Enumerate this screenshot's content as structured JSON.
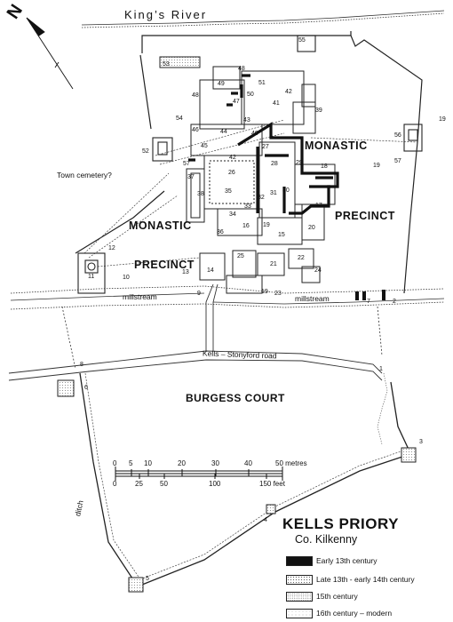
{
  "title": "KELLS PRIORY",
  "subtitle": "Co. Kilkenny",
  "north_label": "N",
  "river_label": "King’s  River",
  "zones": {
    "monastic_upper": "MONASTIC",
    "precinct_upper": "PRECINCT",
    "monastic_lower": "MONASTIC",
    "precinct_lower": "PRECINCT",
    "burgess_court": "BURGESS COURT"
  },
  "place_labels": {
    "town_cemetery": "Town cemetery?",
    "millstream_left": "millstream",
    "millstream_right": "millstream",
    "road": "Kells – Stonyford road",
    "ditch": "ditch"
  },
  "scale": {
    "metres_ticks": [
      "0",
      "5",
      "10",
      "20",
      "30",
      "40",
      "50 metres"
    ],
    "feet_ticks": [
      "0",
      "25",
      "50",
      "100",
      "150 feet"
    ]
  },
  "legend": [
    {
      "label": "Early 13th century",
      "fill": "#111111"
    },
    {
      "label": "Late 13th - early 14th century",
      "fill": "#d9d9d9"
    },
    {
      "label": "15th century",
      "fill": "#efefef"
    },
    {
      "label": "16th century – modern",
      "fill": "#f7f7f7"
    }
  ],
  "numbers": {
    "n1": "1",
    "n2": "2",
    "n3": "3",
    "n4": "4",
    "n5": "5",
    "n6": "6",
    "n7": "7",
    "n8": "8",
    "n9": "9",
    "n10": "10",
    "n11": "11",
    "n12": "12",
    "n13": "13",
    "n14": "14",
    "n15": "15",
    "n16": "16",
    "n17": "17",
    "n18": "18",
    "n19a": "19",
    "n19b": "19",
    "n19c": "19",
    "n19d": "19",
    "n20": "20",
    "n21": "21",
    "n22": "22",
    "n23": "23",
    "n24": "24",
    "n25": "25",
    "n26": "26",
    "n27": "27",
    "n28": "28",
    "n29": "29",
    "n30": "30",
    "n31": "31",
    "n32": "32",
    "n33": "33",
    "n34": "34",
    "n35": "35",
    "n36": "36",
    "n37": "37",
    "n38": "38",
    "n39": "39",
    "n40": "40",
    "n41": "41",
    "n42a": "42",
    "n42b": "42",
    "n43": "43",
    "n44": "44",
    "n45": "45",
    "n46": "46",
    "n47": "47",
    "n48a": "48",
    "n48b": "48",
    "n49": "49",
    "n50": "50",
    "n51": "51",
    "n52": "52",
    "n53": "53",
    "n54": "54",
    "n55": "55",
    "n56": "56",
    "n57a": "57",
    "n57b": "57"
  }
}
